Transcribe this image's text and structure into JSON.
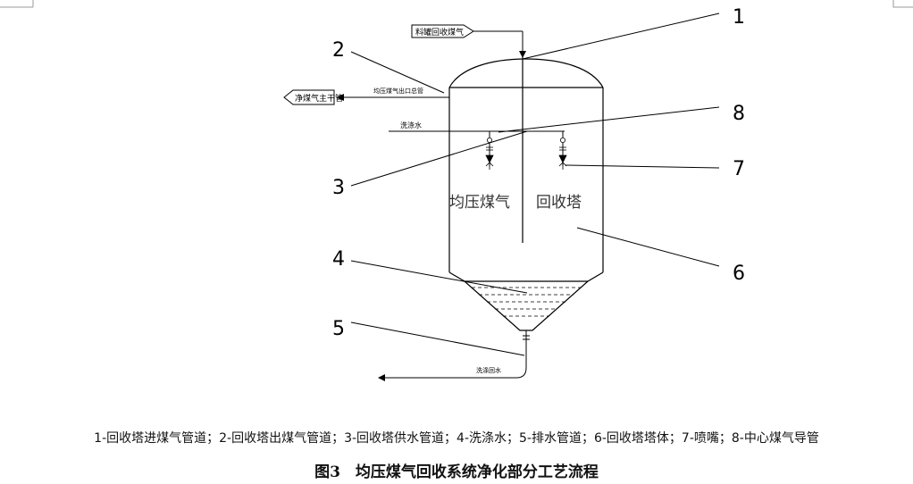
{
  "diagram": {
    "callouts": [
      "1",
      "2",
      "3",
      "4",
      "5",
      "6",
      "7",
      "8"
    ],
    "tags": {
      "inlet_tag": "料罐回收煤气",
      "outlet_tag": "净煤气主干管",
      "outlet_pipe_label": "均压煤气出口总管",
      "supply_label": "洗涤水",
      "drain_label": "洗涤回水"
    },
    "body_text": {
      "left": "均压煤气",
      "right": "回收塔"
    }
  },
  "legend": "1-回收塔进煤气管道；2-回收塔出煤气管道；3-回收塔供水管道；4-洗涤水；5-排水管道；6-回收塔塔体；7-喷嘴；8-中心煤气导管",
  "figure_title": "图3　均压煤气回收系统净化部分工艺流程"
}
